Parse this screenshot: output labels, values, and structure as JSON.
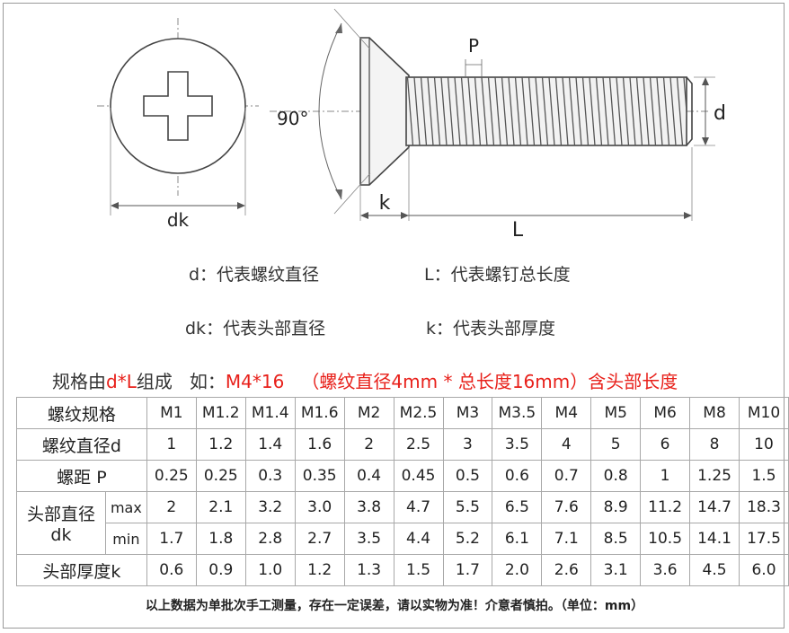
{
  "drawing": {
    "label_dk": "dk",
    "label_angle": "90°",
    "label_p": "P",
    "label_d": "d",
    "label_k": "k",
    "label_l": "L"
  },
  "legend": {
    "d": "d：代表螺纹直径",
    "L": "L：代表螺钉总长度",
    "dk": "dk：代表头部直径",
    "k": "k：代表头部厚度"
  },
  "spec": {
    "prefix": "规格由",
    "formula": "d*L",
    "middle": "组成   如：",
    "example": "M4*16   （螺纹直径4mm * 总长度16mm）含头部长度"
  },
  "table": {
    "header_label": "螺纹规格",
    "sizes": [
      "M1",
      "M1.2",
      "M1.4",
      "M1.6",
      "M2",
      "M2.5",
      "M3",
      "M3.5",
      "M4",
      "M5",
      "M6",
      "M8",
      "M10"
    ],
    "thread_label": "螺纹直径d",
    "thread": [
      "1",
      "1.2",
      "1.4",
      "1.6",
      "2",
      "2.5",
      "3",
      "3.5",
      "4",
      "5",
      "6",
      "8",
      "10"
    ],
    "pitch_label": "螺距 P",
    "pitch": [
      "0.25",
      "0.25",
      "0.3",
      "0.35",
      "0.4",
      "0.45",
      "0.5",
      "0.6",
      "0.7",
      "0.8",
      "1",
      "1.25",
      "1.5"
    ],
    "head_label_1": "头部直径",
    "head_label_2": "dk",
    "max_label": "max",
    "head_max": [
      "2",
      "2.1",
      "3.2",
      "3.0",
      "3.8",
      "4.7",
      "5.5",
      "6.5",
      "7.6",
      "8.9",
      "11.2",
      "14.7",
      "18.3"
    ],
    "min_label": "min",
    "head_min": [
      "1.7",
      "1.8",
      "2.8",
      "2.7",
      "3.5",
      "4.4",
      "5.2",
      "6.1",
      "7.1",
      "8.5",
      "10.5",
      "14.1",
      "17.5"
    ],
    "thick_label": "头部厚度k",
    "thick": [
      "0.6",
      "0.9",
      "1.0",
      "1.2",
      "1.3",
      "1.5",
      "1.7",
      "2.0",
      "2.6",
      "3.1",
      "3.6",
      "4.5",
      "6.0"
    ]
  },
  "footer": "以上数据为单批次手工测量，存在一定误差，请以实物为准！介意者慎拍。（单位：mm）",
  "colors": {
    "accent_red": "#e8201a",
    "line_gray": "#a8a8a8"
  }
}
